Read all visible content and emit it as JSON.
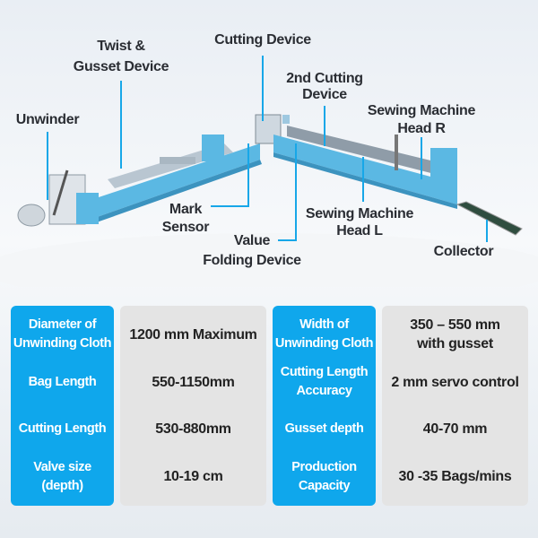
{
  "labels": {
    "unwinder": "Unwinder",
    "twist_gusset": [
      "Twist &",
      "Gusset Device"
    ],
    "cutting_device": "Cutting Device",
    "second_cutting": [
      "2nd Cutting",
      "Device"
    ],
    "sewing_head_r": [
      "Sewing Machine",
      "Head R"
    ],
    "mark_sensor": [
      "Mark",
      "Sensor"
    ],
    "value_folding": [
      "Value",
      "Folding Device"
    ],
    "sewing_head_l": [
      "Sewing Machine",
      "Head L"
    ],
    "collector": "Collector"
  },
  "specs_left": [
    {
      "key": "Diameter of Unwinding Cloth",
      "value": "1200 mm Maximum"
    },
    {
      "key": "Bag Length",
      "value": "550-1150mm"
    },
    {
      "key": "Cutting Length",
      "value": "530-880mm"
    },
    {
      "key": "Valve size (depth)",
      "value": "10-19 cm"
    }
  ],
  "specs_right": [
    {
      "key": "Width of Unwinding Cloth",
      "value": "350 – 550 mm with gusset"
    },
    {
      "key": "Cutting Length Accuracy",
      "value": "2 mm servo control"
    },
    {
      "key": "Gusset depth",
      "value": "40-70 mm"
    },
    {
      "key": "Production Capacity",
      "value": "30 -35 Bags/mins"
    }
  ],
  "colors": {
    "accent": "#0fa7ec",
    "machine": "#5bb8e3",
    "value_bg": "#e4e4e4"
  }
}
